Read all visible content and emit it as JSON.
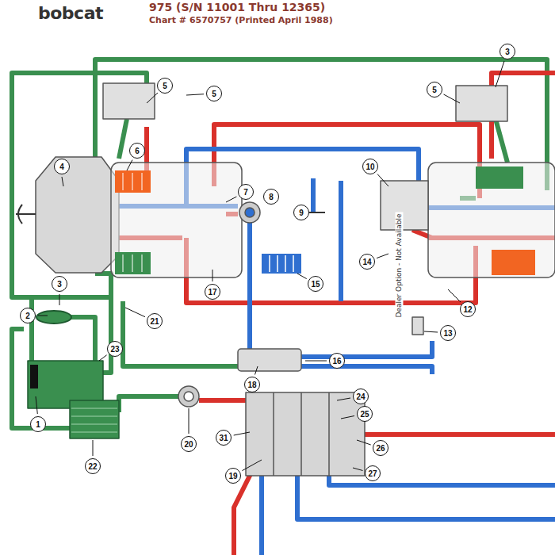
{
  "diagram": {
    "title": "975 (S/N 11001 Thru 12365)",
    "labels": [
      "bobcat",
      "Chart # 6570757 (Printed April 1988)",
      "3",
      "5",
      "5",
      "5",
      "4",
      "6",
      "7",
      "8",
      "10",
      "9",
      "14",
      "15",
      "17",
      "12",
      "13",
      "16",
      "18",
      "3",
      "2",
      "21",
      "23",
      "1",
      "22",
      "20",
      "31",
      "19",
      "24",
      "25",
      "26",
      "27",
      "Dealer Option - Not Available"
    ]
  }
}
